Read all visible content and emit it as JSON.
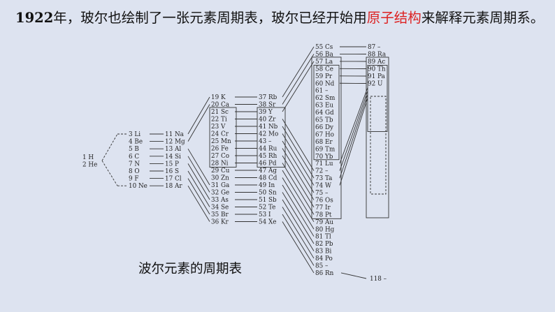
{
  "heading": {
    "year": "1922",
    "part1": "年，玻尔也绘制了一张元素周期表，玻尔已经开始用",
    "highlight": "原子结构",
    "part2": "来解释元素周期系。"
  },
  "caption": "波尔元素的周期表",
  "colors": {
    "background": "#dde3f0",
    "highlight": "#d22",
    "ink": "#222"
  },
  "table": {
    "c1": [
      "1 H",
      "2 He"
    ],
    "c2": [
      "3 Li",
      "4 Be",
      "5 B",
      "6 C",
      "7 N",
      "8 O",
      "9 F",
      "10 Ne"
    ],
    "c3": [
      "11 Na",
      "12 Mg",
      "13 Al",
      "14 Si",
      "15 P",
      "16 S",
      "17 Cl",
      "18 Ar"
    ],
    "c4": [
      "19 K",
      "20 Ca",
      "21 Sc",
      "22 Ti",
      "23 V",
      "24 Cr",
      "25 Mn",
      "26 Fe",
      "27 Co",
      "28 Ni",
      "29 Cu",
      "30 Zn",
      "31 Ga",
      "32 Ge",
      "33 As",
      "34 Se",
      "35 Br",
      "36 Kr"
    ],
    "c5": [
      "37 Rb",
      "38 Sr",
      "39 Y",
      "40 Zr",
      "41 Nb",
      "42 Mo",
      "43 –",
      "44 Ru",
      "45 Rh",
      "46 Pd",
      "47 Ag",
      "48 Cd",
      "49 In",
      "50 Sn",
      "51 Sb",
      "52 Te",
      "53 I",
      "54 Xe"
    ],
    "c6": [
      "55 Cs",
      "56 Ba",
      "57 La",
      "58 Ce",
      "59 Pr",
      "60 Nd",
      "61 –",
      "62 Sm",
      "63 Eu",
      "64 Gd",
      "65 Tb",
      "66 Dy",
      "67 Ho",
      "68 Er",
      "69 Tm",
      "70 Yb",
      "71 Lu",
      "72 –",
      "73 Ta",
      "74 W",
      "75 –",
      "76 Os",
      "77 Ir",
      "78 Pt",
      "79 Au",
      "80 Hg",
      "81 Tl",
      "82 Pb",
      "83 Bi",
      "84 Po",
      "85 –",
      "86 Rn"
    ],
    "c7": [
      "87 –",
      "88 Ra",
      "89 Ac",
      "90 Th",
      "91 Pa",
      "92 U"
    ],
    "c7_last": "118 –"
  }
}
